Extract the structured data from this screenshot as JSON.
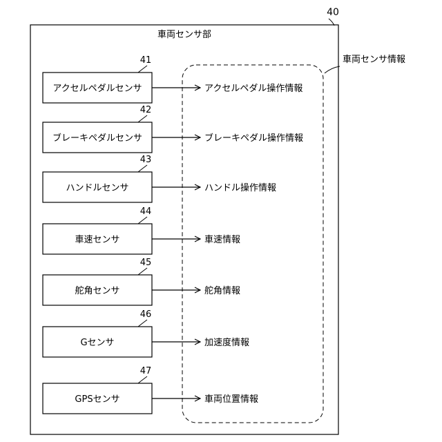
{
  "unit": {
    "ref": "40",
    "title": "車両センサ部"
  },
  "info_group_label": "車両センサ情報",
  "rows": [
    {
      "ref": "41",
      "sensor": "アクセルペダルセンサ",
      "info": "アクセルペダル操作情報"
    },
    {
      "ref": "42",
      "sensor": "ブレーキペダルセンサ",
      "info": "ブレーキペダル操作情報"
    },
    {
      "ref": "43",
      "sensor": "ハンドルセンサ",
      "info": "ハンドル操作情報"
    },
    {
      "ref": "44",
      "sensor": "車速センサ",
      "info": "車速情報"
    },
    {
      "ref": "45",
      "sensor": "舵角センサ",
      "info": "舵角情報"
    },
    {
      "ref": "46",
      "sensor": "Gセンサ",
      "info": "加速度情報"
    },
    {
      "ref": "47",
      "sensor": "GPSセンサ",
      "info": "車両位置情報"
    }
  ]
}
